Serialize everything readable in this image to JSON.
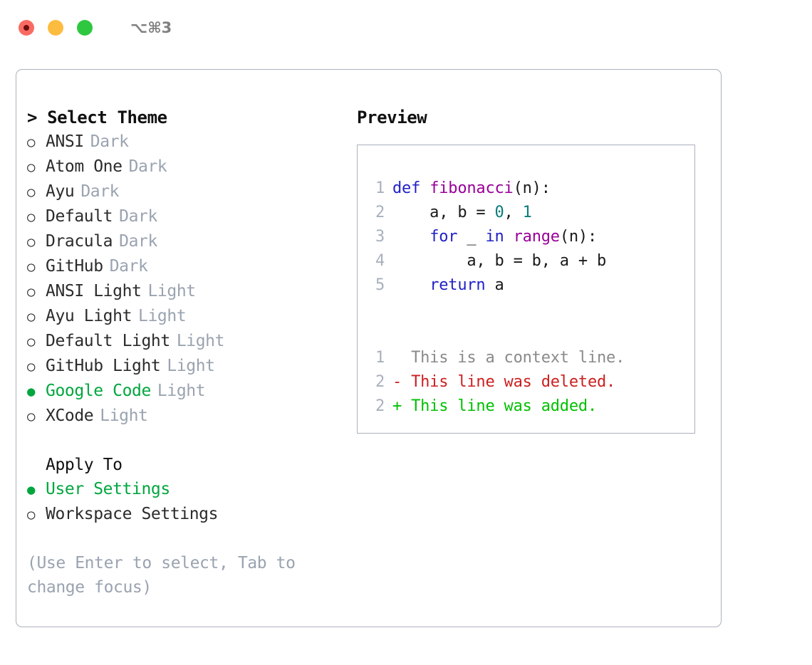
{
  "titlebar": {
    "shortcut": "⌥⌘3",
    "lights": [
      {
        "name": "close",
        "color": "#f96b62"
      },
      {
        "name": "minimize",
        "color": "#fcbc40"
      },
      {
        "name": "maximize",
        "color": "#2fc740"
      }
    ]
  },
  "theme_list": {
    "header": "> Select Theme",
    "items": [
      {
        "marker": "○",
        "label": "ANSI",
        "tag": "Dark",
        "selected": false
      },
      {
        "marker": "○",
        "label": "Atom One",
        "tag": "Dark",
        "selected": false
      },
      {
        "marker": "○",
        "label": "Ayu",
        "tag": "Dark",
        "selected": false
      },
      {
        "marker": "○",
        "label": "Default",
        "tag": "Dark",
        "selected": false
      },
      {
        "marker": "○",
        "label": "Dracula",
        "tag": "Dark",
        "selected": false
      },
      {
        "marker": "○",
        "label": "GitHub",
        "tag": "Dark",
        "selected": false
      },
      {
        "marker": "○",
        "label": "ANSI Light",
        "tag": "Light",
        "selected": false
      },
      {
        "marker": "○",
        "label": "Ayu Light",
        "tag": "Light",
        "selected": false
      },
      {
        "marker": "○",
        "label": "Default Light",
        "tag": "Light",
        "selected": false
      },
      {
        "marker": "○",
        "label": "GitHub Light",
        "tag": "Light",
        "selected": false
      },
      {
        "marker": "●",
        "label": "Google Code",
        "tag": "Light",
        "selected": true
      },
      {
        "marker": "○",
        "label": "XCode",
        "tag": "Light",
        "selected": false
      }
    ]
  },
  "apply_to": {
    "title": "Apply To",
    "items": [
      {
        "marker": "●",
        "label": "User Settings",
        "selected": true
      },
      {
        "marker": "○",
        "label": "Workspace Settings",
        "selected": false
      }
    ]
  },
  "hint": "(Use Enter to select, Tab to change focus)",
  "preview": {
    "title": "Preview",
    "code_lines": [
      {
        "lineno": "1",
        "tokens": [
          {
            "t": "def",
            "c": "kw"
          },
          {
            "t": " ",
            "c": "pl"
          },
          {
            "t": "fibonacci",
            "c": "fn"
          },
          {
            "t": "(n):",
            "c": "pl"
          }
        ]
      },
      {
        "lineno": "2",
        "tokens": [
          {
            "t": "    a, b = ",
            "c": "pl"
          },
          {
            "t": "0",
            "c": "num"
          },
          {
            "t": ", ",
            "c": "pl"
          },
          {
            "t": "1",
            "c": "num"
          }
        ]
      },
      {
        "lineno": "3",
        "tokens": [
          {
            "t": "    ",
            "c": "pl"
          },
          {
            "t": "for",
            "c": "kw"
          },
          {
            "t": " _ ",
            "c": "pl"
          },
          {
            "t": "in",
            "c": "kw"
          },
          {
            "t": " ",
            "c": "pl"
          },
          {
            "t": "range",
            "c": "fn"
          },
          {
            "t": "(n):",
            "c": "pl"
          }
        ]
      },
      {
        "lineno": "4",
        "tokens": [
          {
            "t": "        a, b = b, a + b",
            "c": "pl"
          }
        ]
      },
      {
        "lineno": "5",
        "tokens": [
          {
            "t": "    ",
            "c": "pl"
          },
          {
            "t": "return",
            "c": "kw"
          },
          {
            "t": " a",
            "c": "pl"
          }
        ]
      }
    ],
    "diff_lines": [
      {
        "lineno": "1",
        "kind": "ctx",
        "text": "  This is a context line."
      },
      {
        "lineno": "2",
        "kind": "del",
        "text": "- This line was deleted."
      },
      {
        "lineno": "2",
        "kind": "add",
        "text": "+ This line was added."
      }
    ]
  },
  "colors": {
    "accent_green": "#00a63e",
    "muted": "#9aa3b0",
    "border": "#aab2bd",
    "keyword": "#2121c7",
    "function": "#990099",
    "number": "#0b7c7c",
    "diff_delete": "#cc1f1f",
    "diff_add": "#00c000",
    "diff_context": "#8a8a8a"
  }
}
